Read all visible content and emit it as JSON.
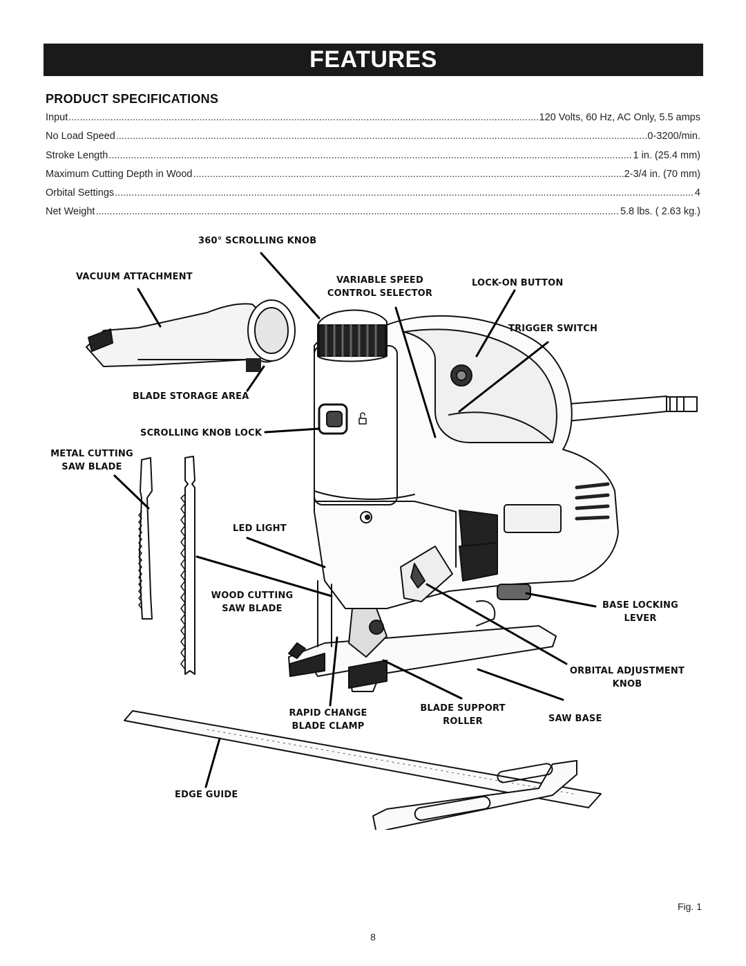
{
  "header": {
    "title": "FEATURES"
  },
  "specifications": {
    "heading": "PRODUCT SPECIFICATIONS",
    "rows": [
      {
        "label": "Input",
        "value": "120 Volts, 60 Hz, AC Only, 5.5 amps"
      },
      {
        "label": "No Load Speed",
        "value": "0-3200/min."
      },
      {
        "label": "Stroke Length",
        "value": "1 in. (25.4 mm)"
      },
      {
        "label": "Maximum Cutting Depth in Wood",
        "value": "2-3/4 in. (70 mm)"
      },
      {
        "label": "Orbital Settings",
        "value": "4"
      },
      {
        "label": "Net Weight",
        "value": "5.8 lbs. ( 2.63 kg.)"
      }
    ]
  },
  "diagram": {
    "callouts": {
      "scrolling_knob": "360° SCROLLING KNOB",
      "vacuum_attachment": "VACUUM ATTACHMENT",
      "variable_speed_1": "VARIABLE SPEED",
      "variable_speed_2": "CONTROL SELECTOR",
      "lock_on_button": "LOCK-ON BUTTON",
      "trigger_switch": "TRIGGER SWITCH",
      "blade_storage_area": "BLADE STORAGE AREA",
      "scrolling_knob_lock": "SCROLLING KNOB LOCK",
      "metal_blade_1": "METAL CUTTING",
      "metal_blade_2": "SAW BLADE",
      "led_light": "LED LIGHT",
      "wood_blade_1": "WOOD CUTTING",
      "wood_blade_2": "SAW BLADE",
      "base_locking_1": "BASE LOCKING",
      "base_locking_2": "LEVER",
      "orbital_1": "ORBITAL ADJUSTMENT",
      "orbital_2": "KNOB",
      "rapid_change_1": "RAPID CHANGE",
      "rapid_change_2": "BLADE CLAMP",
      "blade_support_1": "BLADE SUPPORT",
      "blade_support_2": "ROLLER",
      "saw_base": "SAW BASE",
      "edge_guide": "EDGE GUIDE"
    }
  },
  "footer": {
    "figure_label": "Fig. 1",
    "page_number": "8"
  }
}
